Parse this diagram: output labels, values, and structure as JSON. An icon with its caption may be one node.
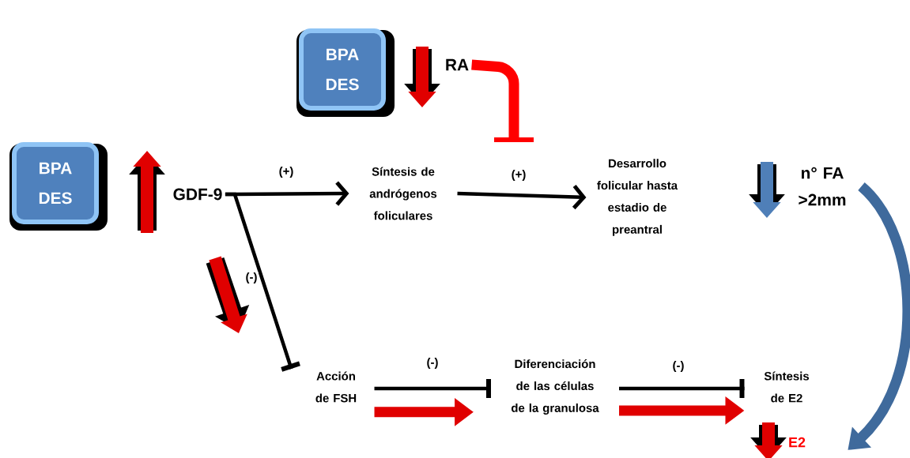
{
  "diagram": {
    "nodes": [
      {
        "text": [
          "BPA DES"
        ]
      },
      {
        "text": [
          "BPA DES"
        ]
      },
      {
        "text": [
          "GDF-9"
        ]
      },
      {
        "text": [
          "RA"
        ]
      },
      {
        "text": [
          "Síntesis de andrógenos foliculares"
        ]
      },
      {
        "text": [
          "Desarrollo folicular hasta estadio de preantral"
        ]
      },
      {
        "text": [
          "n° FA >2mm"
        ]
      },
      {
        "text": [
          "Acción de FSH"
        ]
      },
      {
        "text": [
          "Diferenciación de las células de la granulosa"
        ]
      },
      {
        "text": [
          "Síntesis de E2"
        ]
      },
      {
        "text": [
          "E2"
        ]
      }
    ],
    "edges": [
      {
        "from": 2,
        "to": 4,
        "arrow": "to",
        "label": "(+)"
      },
      {
        "from": 2,
        "to": 7,
        "arrow": "other",
        "label": "(-)"
      },
      {
        "from": 4,
        "to": 5,
        "arrow": "to",
        "label": "(+)"
      },
      {
        "from": 3,
        "to": null,
        "arrow": "other",
        "style": "thick",
        "color": "#ff0000"
      },
      {
        "from": 7,
        "to": 8,
        "arrow": "other",
        "label": "(-)"
      },
      {
        "from": 7,
        "to": 8,
        "arrow": "to",
        "style": "thick",
        "color": "#e00000"
      },
      {
        "from": 8,
        "to": 9,
        "arrow": "other",
        "label": "(-)"
      },
      {
        "from": 8,
        "to": 9,
        "arrow": "to",
        "style": "thick",
        "color": "#e00000"
      },
      {
        "from": 6,
        "to": 10,
        "arrow": "to",
        "style": "thick",
        "color": "#3f6a9c"
      }
    ]
  }
}
